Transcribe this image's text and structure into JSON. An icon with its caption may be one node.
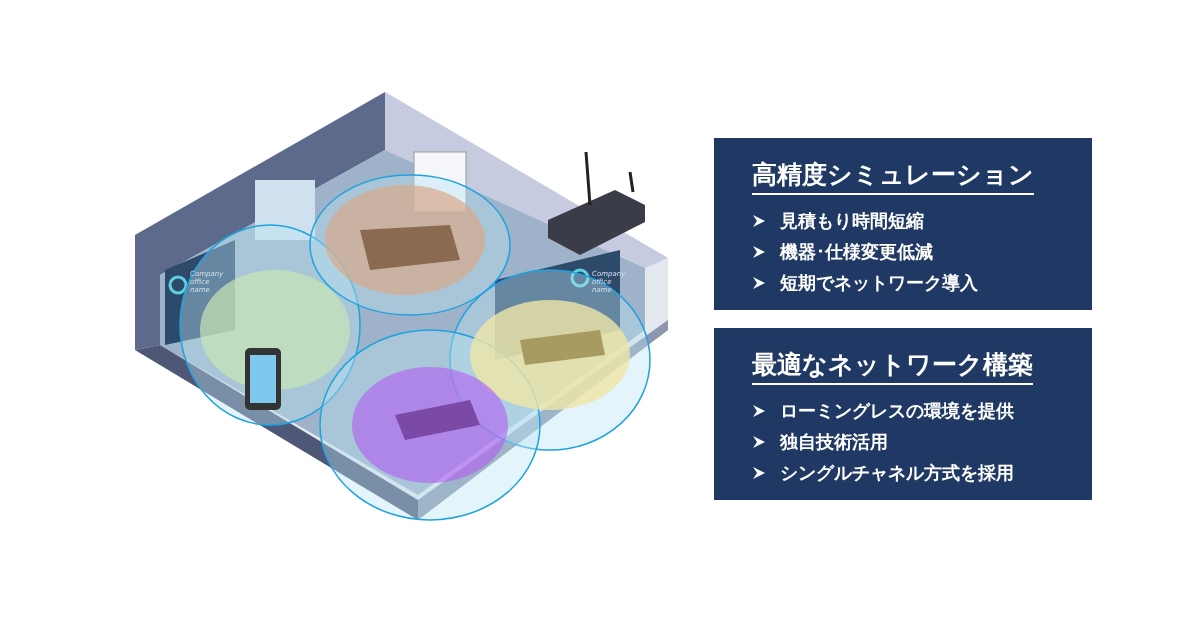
{
  "diagram": {
    "nodes": [
      {
        "text": [
          "高精度シミュレーション",
          "見積もり時間短縮",
          "機器･仕様変更低減",
          "短期でネットワーク導入"
        ]
      },
      {
        "text": [
          "最適なネットワーク構築",
          "ローミングレスの環境を提供",
          "独自技術活用",
          "シングルチャネル方式を採用"
        ]
      }
    ],
    "labels": [
      "Company office name",
      "Company office name"
    ]
  }
}
